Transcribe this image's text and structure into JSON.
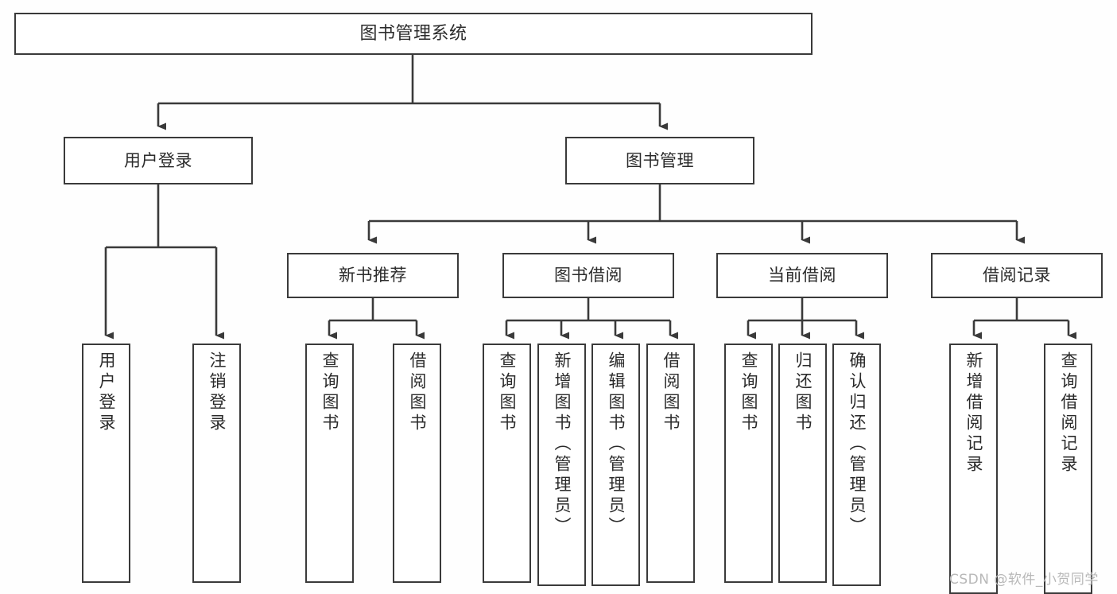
{
  "diagram": {
    "title": "图书管理系统",
    "type": "functional-structure-tree",
    "colors": {
      "line": "#3a3a3a",
      "box_border": "#3a3a3a",
      "box_fill": "#ffffff",
      "text": "#2b2b2b",
      "background": "#fefefe",
      "watermark": "#b8b8b8"
    },
    "nodes": {
      "root": {
        "label": "图书管理系统",
        "level": 0,
        "orientation": "horizontal"
      },
      "l1": [
        {
          "id": "user-login",
          "label": "用户登录",
          "level": 1,
          "orientation": "horizontal"
        },
        {
          "id": "book-manage",
          "label": "图书管理",
          "level": 1,
          "orientation": "horizontal"
        }
      ],
      "l2": [
        {
          "id": "new-book-rec",
          "label": "新书推荐",
          "level": 2,
          "orientation": "horizontal",
          "parent": "book-manage"
        },
        {
          "id": "book-borrow",
          "label": "图书借阅",
          "level": 2,
          "orientation": "horizontal",
          "parent": "book-manage"
        },
        {
          "id": "current-borrow",
          "label": "当前借阅",
          "level": 2,
          "orientation": "horizontal",
          "parent": "book-manage"
        },
        {
          "id": "borrow-record",
          "label": "借阅记录",
          "level": 2,
          "orientation": "horizontal",
          "parent": "book-manage"
        }
      ],
      "leaves": [
        {
          "id": "leaf-user-login",
          "label": "用户登录",
          "parent": "user-login",
          "orientation": "vertical"
        },
        {
          "id": "leaf-user-logout",
          "label": "注销登录",
          "parent": "user-login",
          "orientation": "vertical"
        },
        {
          "id": "leaf-query-book-1",
          "label": "查询图书",
          "parent": "new-book-rec",
          "orientation": "vertical"
        },
        {
          "id": "leaf-borrow-book-1",
          "label": "借阅图书",
          "parent": "new-book-rec",
          "orientation": "vertical"
        },
        {
          "id": "leaf-query-book-2",
          "label": "查询图书",
          "parent": "book-borrow",
          "orientation": "vertical"
        },
        {
          "id": "leaf-add-book",
          "label": "新增图书（管理员）",
          "parent": "book-borrow",
          "orientation": "vertical"
        },
        {
          "id": "leaf-edit-book",
          "label": "编辑图书（管理员）",
          "parent": "book-borrow",
          "orientation": "vertical"
        },
        {
          "id": "leaf-borrow-book-2",
          "label": "借阅图书",
          "parent": "book-borrow",
          "orientation": "vertical"
        },
        {
          "id": "leaf-query-book-3",
          "label": "查询图书",
          "parent": "current-borrow",
          "orientation": "vertical"
        },
        {
          "id": "leaf-return-book",
          "label": "归还图书",
          "parent": "current-borrow",
          "orientation": "vertical"
        },
        {
          "id": "leaf-confirm-return",
          "label": "确认归还（管理员）",
          "parent": "current-borrow",
          "orientation": "vertical"
        },
        {
          "id": "leaf-add-record",
          "label": "新增借阅记录",
          "parent": "borrow-record",
          "orientation": "vertical"
        },
        {
          "id": "leaf-query-record",
          "label": "查询借阅记录",
          "parent": "borrow-record",
          "orientation": "vertical"
        }
      ]
    },
    "watermark": "CSDN @软件_小贺同学"
  }
}
